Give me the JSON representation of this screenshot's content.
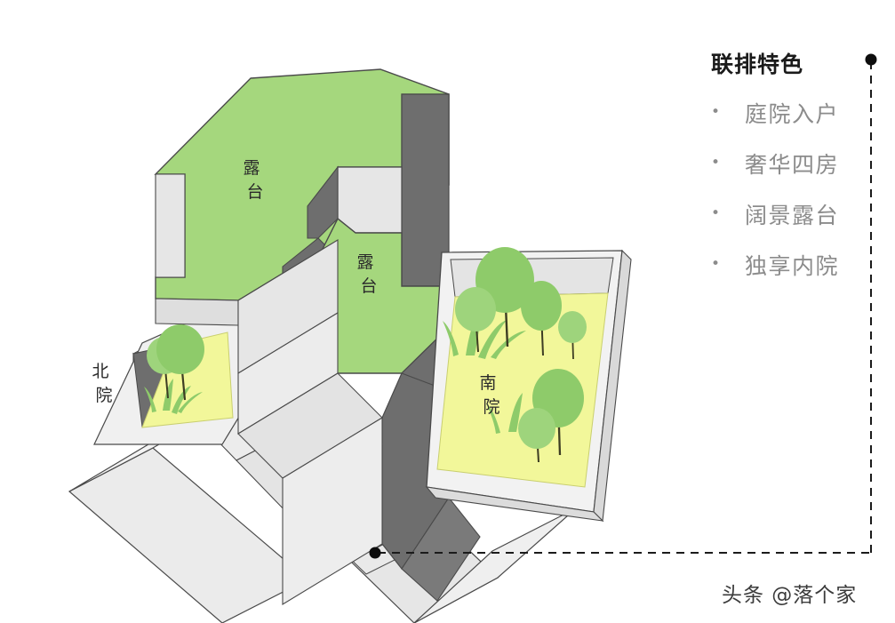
{
  "document": {
    "type": "architectural-axonometric-diagram",
    "background_color": "#ffffff"
  },
  "panel": {
    "title": "联排特色",
    "bullet_glyph": "•",
    "items": [
      {
        "label": "庭院入户"
      },
      {
        "label": "奢华四房"
      },
      {
        "label": "阔景露台"
      },
      {
        "label": "独享内院"
      }
    ]
  },
  "diagram": {
    "labels": {
      "terrace_upper": "露台",
      "terrace_lower": "露台",
      "north_court": "北院",
      "south_court": "南院"
    }
  },
  "watermark": {
    "text": "头条 @落个家"
  },
  "colors": {
    "terrace_green": "#a5d77d",
    "terrace_green_dark": "#99cf70",
    "courtyard_yellow": "#f2f79a",
    "wall_dark_gray": "#6e6e6e",
    "wall_mid_gray": "#7a7a7a",
    "roof_light_gray": "#e2e2e2",
    "roof_lighter_gray": "#ebebeb",
    "roof_white": "#f7f7f7",
    "outline": "#4a4a4a",
    "tree_green": "#8ecb6a",
    "tree_green_light": "#9ed47c",
    "trunk": "#3d3d23",
    "grass_green": "#8ecb6a",
    "text_dark": "#1b1b1b",
    "text_gray": "#8c8c8c",
    "dash_line": "#1b1b1b"
  }
}
